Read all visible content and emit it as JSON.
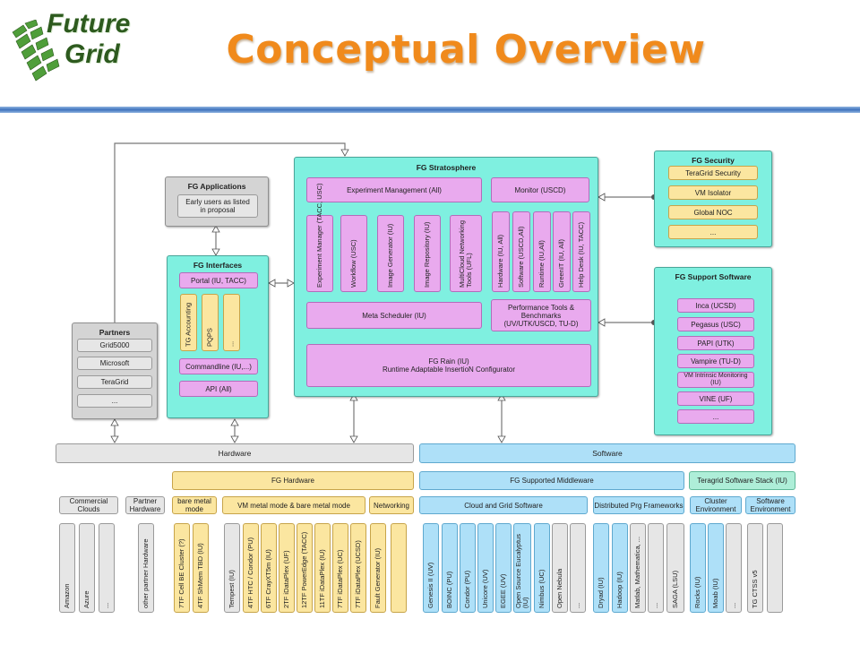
{
  "logo": {
    "line1": "Future",
    "line2": "Grid"
  },
  "slide_title": "Conceptual Overview",
  "stratosphere": {
    "title": "FG Stratosphere",
    "experiment_mgmt": "Experiment Management (All)",
    "monitor": "Monitor (USCD)",
    "tools": [
      "Experiment Manager (TACC, USC)",
      "Workflow (USC)",
      "Image Generator (IU)",
      "Image Repository (IU)",
      "MultiCloud Networking Tools (UFL)"
    ],
    "monitor_tools": [
      "Hardware (IU, All)",
      "Software (USCD,All)",
      "Runtime (IU,All)",
      "GreenIT (IU, All)",
      "Help Desk (IU, TACC)"
    ],
    "meta_scheduler": "Meta Scheduler (IU)",
    "perf_tools": "Performance Tools & Benchmarks (UV/UTK/USCD, TU-D)",
    "rain_line1": "FG Rain (IU)",
    "rain_line2": "Runtime Adaptable InsertioN Configurator"
  },
  "applications": {
    "title": "FG Applications",
    "body": "Early users as listed in proposal"
  },
  "interfaces": {
    "title": "FG Interfaces",
    "portal": "Portal (IU, TACC)",
    "items": [
      "TG Accounting",
      "PQPS",
      "..."
    ],
    "commandline": "Commandline (IU,...)",
    "api": "API (All)"
  },
  "partners": {
    "title": "Partners",
    "items": [
      "Grid5000",
      "Microsoft",
      "TeraGrid",
      "..."
    ]
  },
  "security": {
    "title": "FG Security",
    "items": [
      "TeraGrid Security",
      "VM Isolator",
      "Global NOC",
      "..."
    ]
  },
  "support": {
    "title": "FG Support Software",
    "items": [
      "Inca (UCSD)",
      "Pegasus (USC)",
      "PAPI (UTK)",
      "Vampire (TU-D)",
      "VM Intrinsic Monitoring (IU)",
      "VINE (UF)",
      "..."
    ]
  },
  "hardware_bar": "Hardware",
  "software_bar": "Software",
  "fg_hardware": "FG Hardware",
  "fg_middleware": "FG Supported Middleware",
  "teragrid_stack": "Teragrid Software Stack (IU)",
  "sub_headers": {
    "commercial": "Commercial Clouds",
    "partner_hw": "Partner Hardware",
    "bare_metal": "bare metal mode",
    "vm_metal": "VM metal mode & bare metal mode",
    "networking": "Networking",
    "cloud_grid": "Cloud and Grid Software",
    "dist_prg": "Distributed Prg Frameworks",
    "cluster_env": "Cluster Environment",
    "software_env": "Software Environment"
  },
  "columns": {
    "commercial": [
      "Amazon",
      "Azure",
      "..."
    ],
    "partner": [
      "other partner Hardware"
    ],
    "bare": [
      "7TF Cell BE Cluster (?)",
      "4TF ShMem TBD (IU)"
    ],
    "vm": [
      "Tempest (IU)",
      "4TF HTC / Condor (PU)",
      "6TF CrayXT5m (IU)",
      "2TF iDataPlex (UF)",
      "12TF PowerEdge (TACC)",
      "11TF iDataPlex (IU)",
      "7TF iDataPlex (UC)",
      "7TF iDataPlex (UCSD)",
      "Fault Generator (IU)"
    ],
    "networking": [
      ""
    ],
    "cloud": [
      "Genesis II (UV)",
      "BOINC (PU)",
      "Condor (PU)",
      "Unicore (UV)",
      "EGEE (UV)",
      "Open Source Eucalyptus (IU)",
      "Nimbus (UC)",
      "Open Nebula",
      "..."
    ],
    "dist": [
      "Dryad (IU)",
      "Hadoop (IU)",
      "Matlab, Mathematica, ...",
      "...",
      "SAGA (LSU)"
    ],
    "cluster": [
      "Rocks (IU)",
      "Moab (IU)",
      "..."
    ],
    "softenv": [
      "TG CTSS v5"
    ]
  },
  "colors": {
    "title_orange": "#f08a1c",
    "cyan": "#7ff0e0",
    "pink": "#e9aaee",
    "yellow": "#fbe6a0",
    "blue": "#aee0f8",
    "grey": "#e6e6e6"
  }
}
